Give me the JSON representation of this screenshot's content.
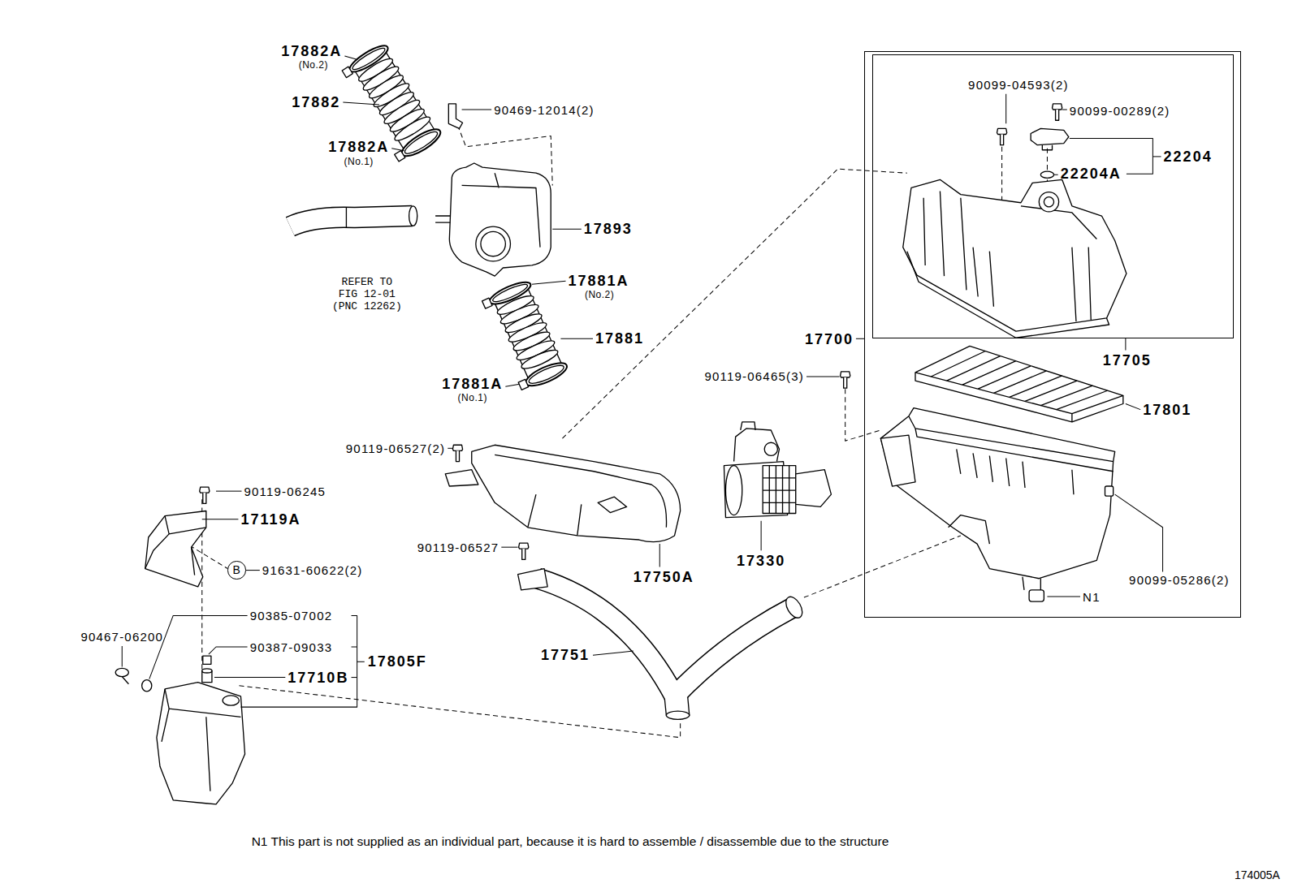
{
  "diagram": {
    "nodes": [
      {
        "text": [
          "17700"
        ]
      },
      {
        "text": [
          "17705"
        ],
        "in": 0
      },
      {
        "text": [
          "B"
        ]
      }
    ],
    "labels": [
      "17882A",
      "(No.2)",
      "17882",
      "90469-12014(2)",
      "17882A",
      "(No.1)",
      "17893",
      "REFER TO FIG 12-01 (PNC 12262)",
      "17881A",
      "(No.2)",
      "17881",
      "17881A",
      "(No.1)",
      "90099-04593(2)",
      "90099-00289(2)",
      "22204",
      "22204A",
      "90119-06465(3)",
      "17801",
      "90119-06527(2)",
      "90119-06245",
      "17119A",
      "91631-60622(2)",
      "17330",
      "17750A",
      "90119-06527",
      "90099-05286(2)",
      "N1",
      "90385-07002",
      "90467-06200",
      "90387-09033",
      "17805F",
      "17710B",
      "17751",
      "N1 This part is not supplied as an individual part, because it is hard to assemble / disassemble due to the structure",
      "174005A"
    ]
  }
}
